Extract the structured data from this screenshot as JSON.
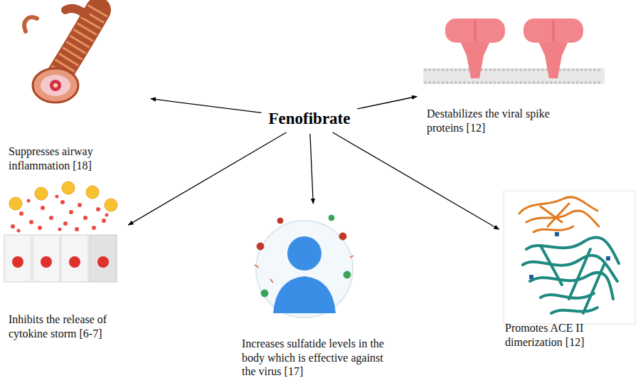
{
  "diagram": {
    "nodes": [
      {
        "text": [
          "Fenofibrate"
        ]
      },
      {
        "text": [
          "Suppresses airway inflammation [18]"
        ]
      },
      {
        "text": [
          "Destabilizes the viral spike proteins [12]"
        ]
      },
      {
        "text": [
          "Inhibits the release of cytokine storm [6-7]"
        ]
      },
      {
        "text": [
          "Increases sulfatide levels in the body which is effective against the virus [17]"
        ]
      },
      {
        "text": [
          "Promotes ACE II dimerization [12]"
        ]
      }
    ],
    "edges": [
      {
        "from": 0,
        "to": 1,
        "arrow": "to"
      },
      {
        "from": 0,
        "to": 2,
        "arrow": "to"
      },
      {
        "from": 0,
        "to": 3,
        "arrow": "to"
      },
      {
        "from": 0,
        "to": 4,
        "arrow": "to"
      },
      {
        "from": 0,
        "to": 5,
        "arrow": "to"
      }
    ]
  }
}
